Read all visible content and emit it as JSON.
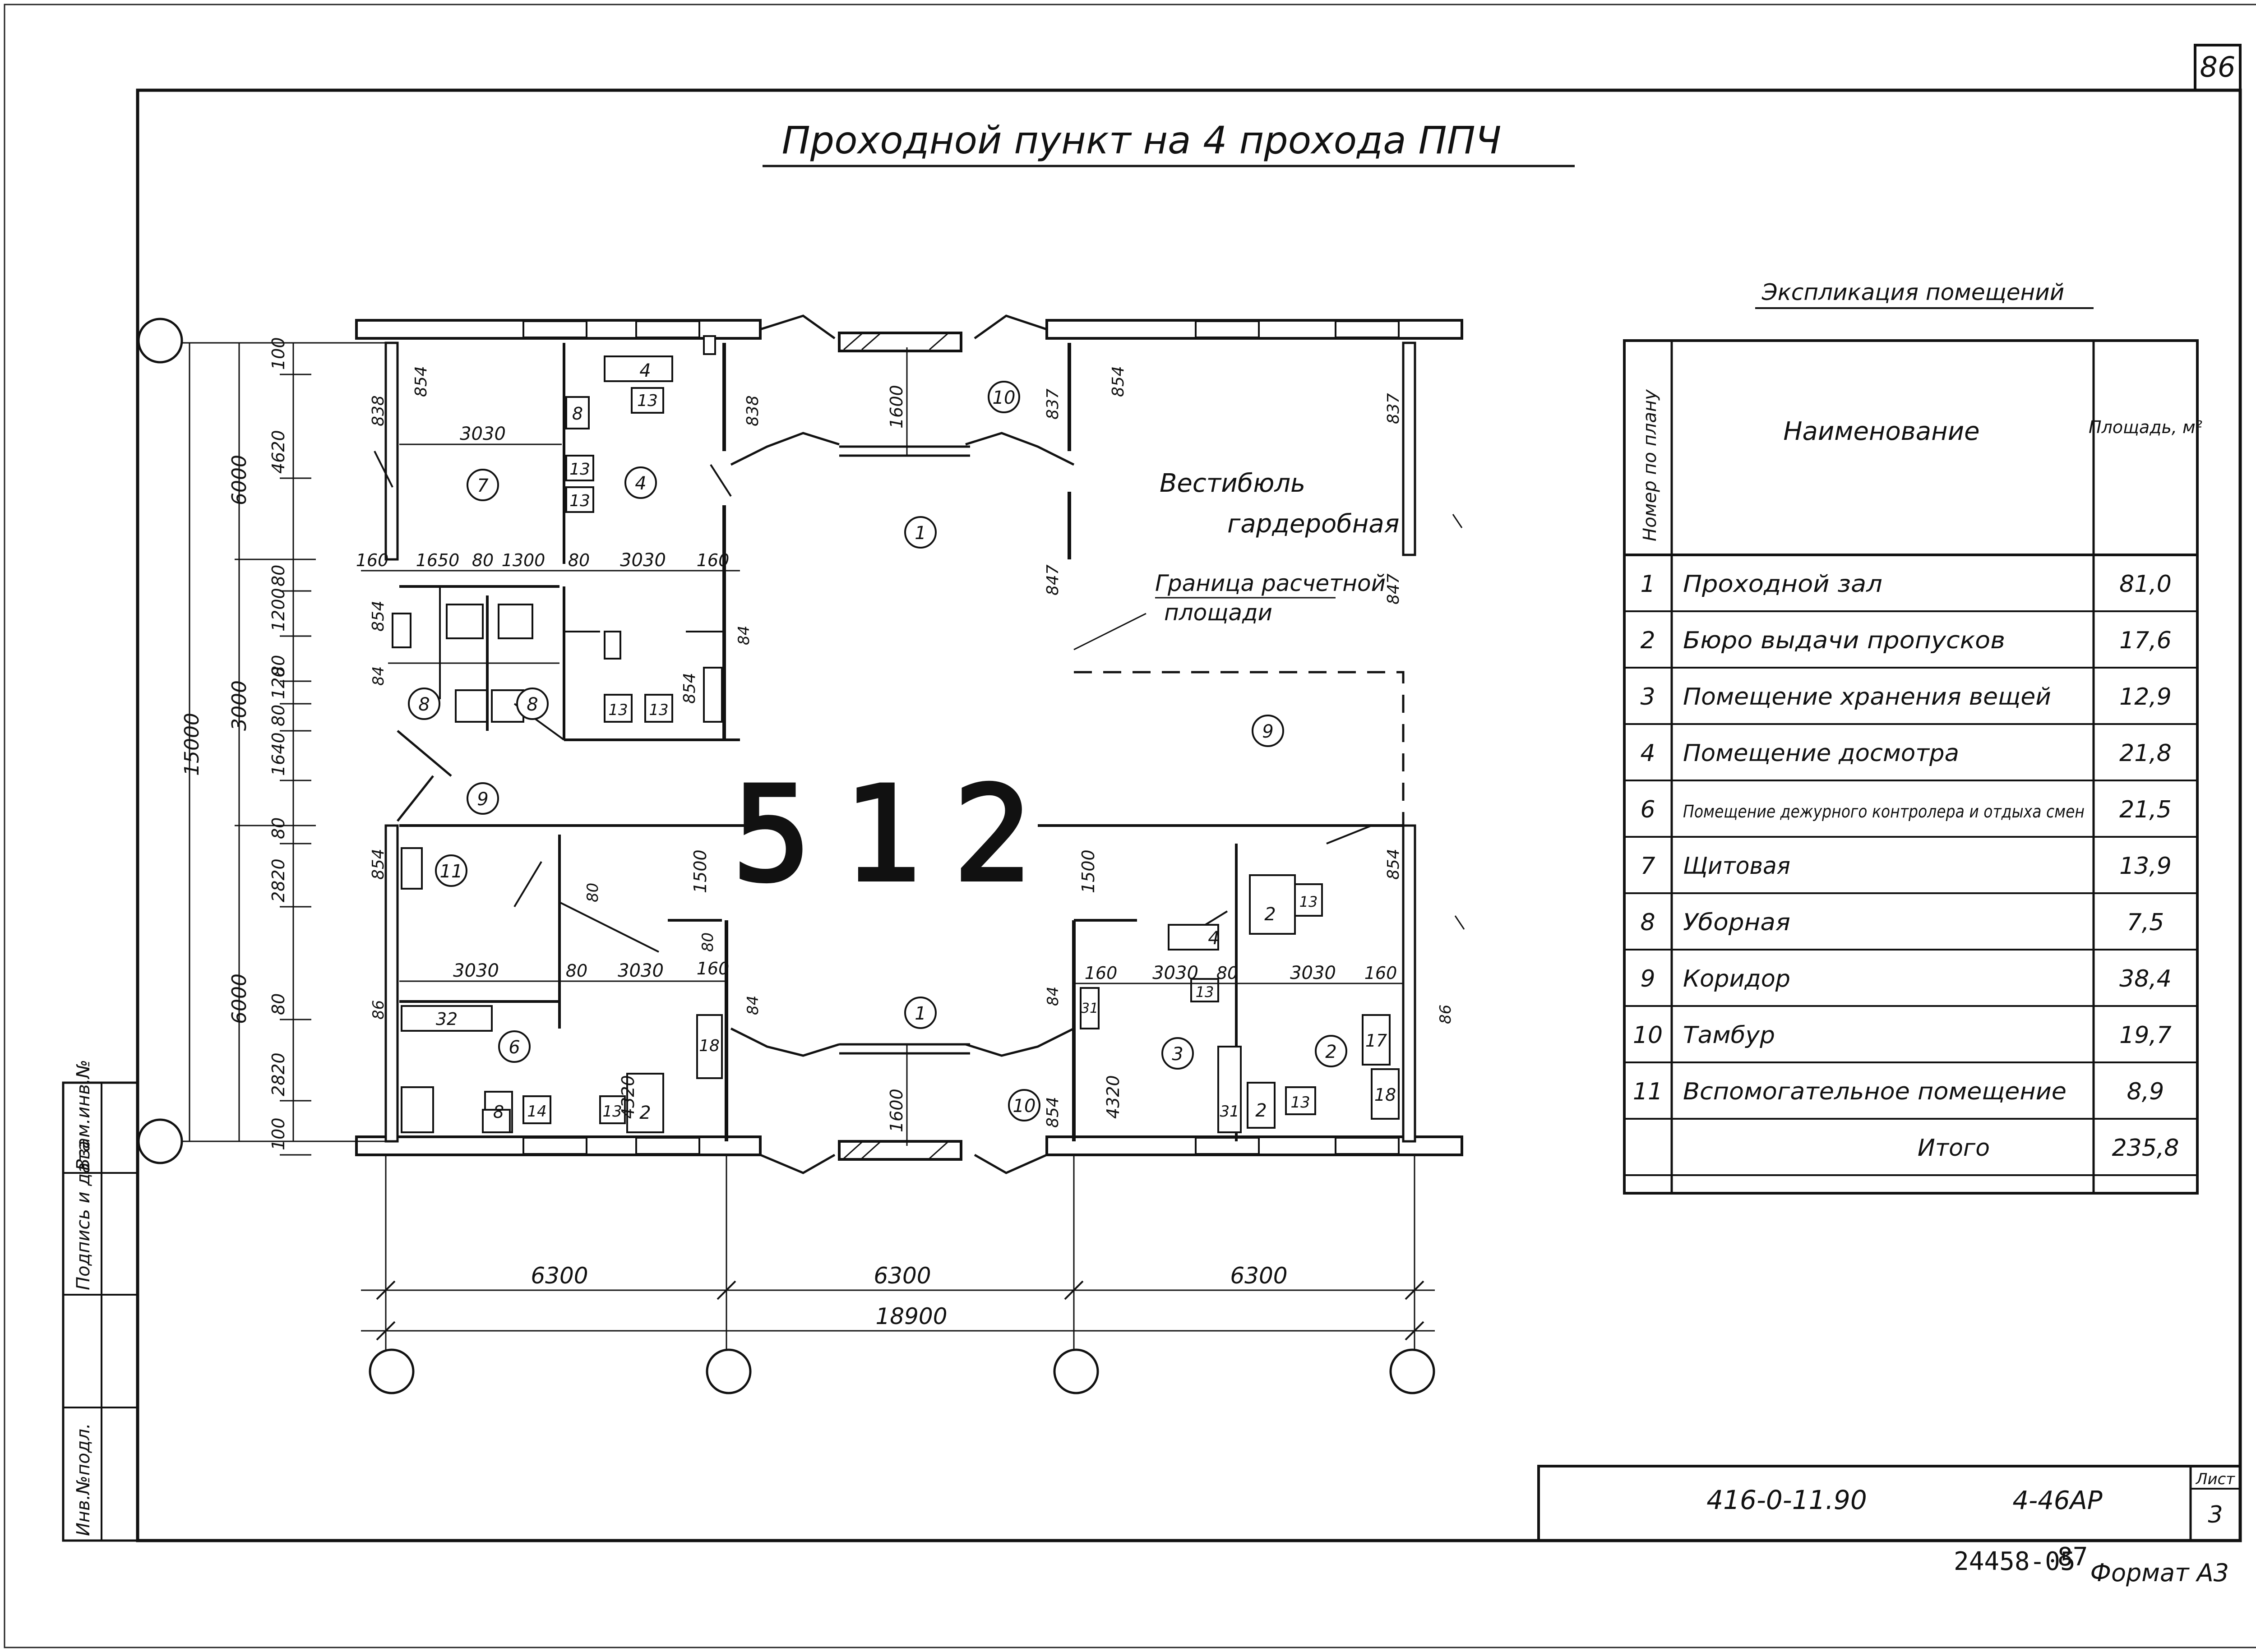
{
  "sheet": {
    "page_number": "86",
    "title": "Проходной пункт на 4 прохода ППЧ",
    "stamp_code": "416-0-11.90",
    "stamp_album": "4-46АР",
    "sheet_label": "Лист",
    "sheet_number": "3",
    "archive_number": "24458-05",
    "archive_page": "87",
    "format": "Формат А3",
    "side_labels": [
      "Взам.инв.№",
      "Подпись и дата",
      "Инв.№подл."
    ]
  },
  "explication": {
    "title": "Экспликация помещений",
    "headers": {
      "number": "Номер по плану",
      "name": "Наименование",
      "area": "Площадь, м²"
    },
    "rows": [
      {
        "num": "1",
        "name": "Проходной зал",
        "area": "81,0"
      },
      {
        "num": "2",
        "name": "Бюро выдачи пропусков",
        "area": "17,6"
      },
      {
        "num": "3",
        "name": "Помещение хранения вещей",
        "area": "12,9"
      },
      {
        "num": "4",
        "name": "Помещение досмотра",
        "area": "21,8"
      },
      {
        "num": "6",
        "name": "Помещение дежурного контролера и отдыха смен",
        "area": "21,5"
      },
      {
        "num": "7",
        "name": "Щитовая",
        "area": "13,9"
      },
      {
        "num": "8",
        "name": "Уборная",
        "area": "7,5"
      },
      {
        "num": "9",
        "name": "Коридор",
        "area": "38,4"
      },
      {
        "num": "10",
        "name": "Тамбур",
        "area": "19,7"
      },
      {
        "num": "11",
        "name": "Вспомогательное помещение",
        "area": "8,9"
      }
    ],
    "total_label": "Итого",
    "total_area": "235,8"
  },
  "plan": {
    "stamp_mark": "512",
    "vestibule_label_1": "Вестибюль",
    "vestibule_label_2": "гардеробная",
    "boundary_label_1": "Граница расчетной",
    "boundary_label_2": "площади",
    "dims_bottom": [
      "6300",
      "6300",
      "6300"
    ],
    "dim_total": "18900",
    "dims_left": [
      "15000",
      "6000",
      "3000",
      "6000"
    ],
    "dims_left_small": [
      "100",
      "4620",
      "80",
      "1200",
      "80",
      "120",
      "80",
      "1640",
      "80",
      "2820",
      "80",
      "2820",
      "100"
    ],
    "inner_dims": [
      "3030",
      "1650",
      "80",
      "1300",
      "80",
      "3030",
      "160",
      "160",
      "3030",
      "80",
      "3030",
      "160",
      "3030",
      "80",
      "3030",
      "160",
      "1600",
      "1600",
      "1500",
      "1500",
      "4320",
      "4320"
    ],
    "room_marks": [
      "1",
      "1",
      "2",
      "3",
      "4",
      "6",
      "7",
      "8",
      "8",
      "9",
      "9",
      "10",
      "10",
      "11"
    ],
    "equip_marks": [
      "4",
      "13",
      "8",
      "13",
      "13",
      "13",
      "13",
      "32",
      "8",
      "14",
      "13",
      "2",
      "18",
      "4",
      "13",
      "2",
      "13",
      "17",
      "18",
      "31",
      "2",
      "13",
      "31"
    ],
    "wall_marks": [
      "838",
      "854",
      "838",
      "837",
      "854",
      "837",
      "847",
      "847",
      "854",
      "84",
      "854",
      "84",
      "854",
      "86",
      "84",
      "84",
      "854",
      "86",
      "854",
      "80",
      "80"
    ]
  }
}
